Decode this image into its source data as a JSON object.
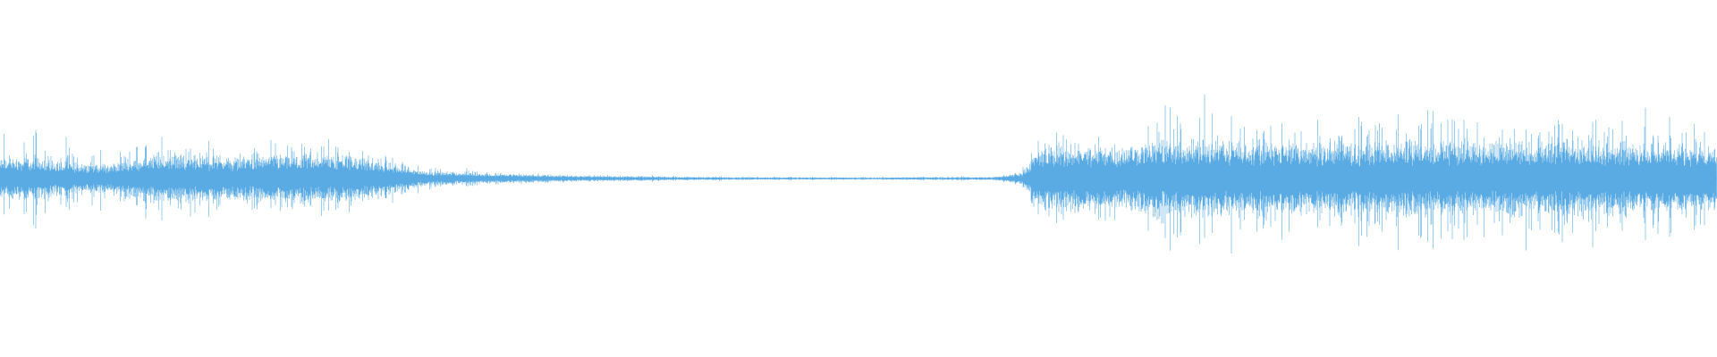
{
  "waveform": {
    "color": "#5aabe3",
    "background": "#ffffff",
    "envelope": [
      {
        "t": 0.0,
        "peak": 0.55,
        "body": 0.2
      },
      {
        "t": 0.01,
        "peak": 0.62,
        "body": 0.21
      },
      {
        "t": 0.025,
        "peak": 0.55,
        "body": 0.2
      },
      {
        "t": 0.045,
        "peak": 0.38,
        "body": 0.15
      },
      {
        "t": 0.065,
        "peak": 0.32,
        "body": 0.14
      },
      {
        "t": 0.08,
        "peak": 0.48,
        "body": 0.22
      },
      {
        "t": 0.1,
        "peak": 0.5,
        "body": 0.24
      },
      {
        "t": 0.13,
        "peak": 0.42,
        "body": 0.21
      },
      {
        "t": 0.16,
        "peak": 0.45,
        "body": 0.22
      },
      {
        "t": 0.2,
        "peak": 0.48,
        "body": 0.24
      },
      {
        "t": 0.225,
        "peak": 0.3,
        "body": 0.16
      },
      {
        "t": 0.245,
        "peak": 0.16,
        "body": 0.08
      },
      {
        "t": 0.28,
        "peak": 0.1,
        "body": 0.05
      },
      {
        "t": 0.33,
        "peak": 0.05,
        "body": 0.03
      },
      {
        "t": 0.4,
        "peak": 0.03,
        "body": 0.015
      },
      {
        "t": 0.5,
        "peak": 0.018,
        "body": 0.01
      },
      {
        "t": 0.58,
        "peak": 0.03,
        "body": 0.015
      },
      {
        "t": 0.595,
        "peak": 0.1,
        "body": 0.06
      },
      {
        "t": 0.605,
        "peak": 0.55,
        "body": 0.3
      },
      {
        "t": 0.65,
        "peak": 0.58,
        "body": 0.32
      },
      {
        "t": 0.69,
        "peak": 0.95,
        "body": 0.38
      },
      {
        "t": 0.73,
        "peak": 0.8,
        "body": 0.36
      },
      {
        "t": 0.78,
        "peak": 0.7,
        "body": 0.34
      },
      {
        "t": 0.83,
        "peak": 0.85,
        "body": 0.38
      },
      {
        "t": 0.88,
        "peak": 0.75,
        "body": 0.36
      },
      {
        "t": 0.94,
        "peak": 0.78,
        "body": 0.36
      },
      {
        "t": 1.0,
        "peak": 0.7,
        "body": 0.34
      }
    ]
  }
}
